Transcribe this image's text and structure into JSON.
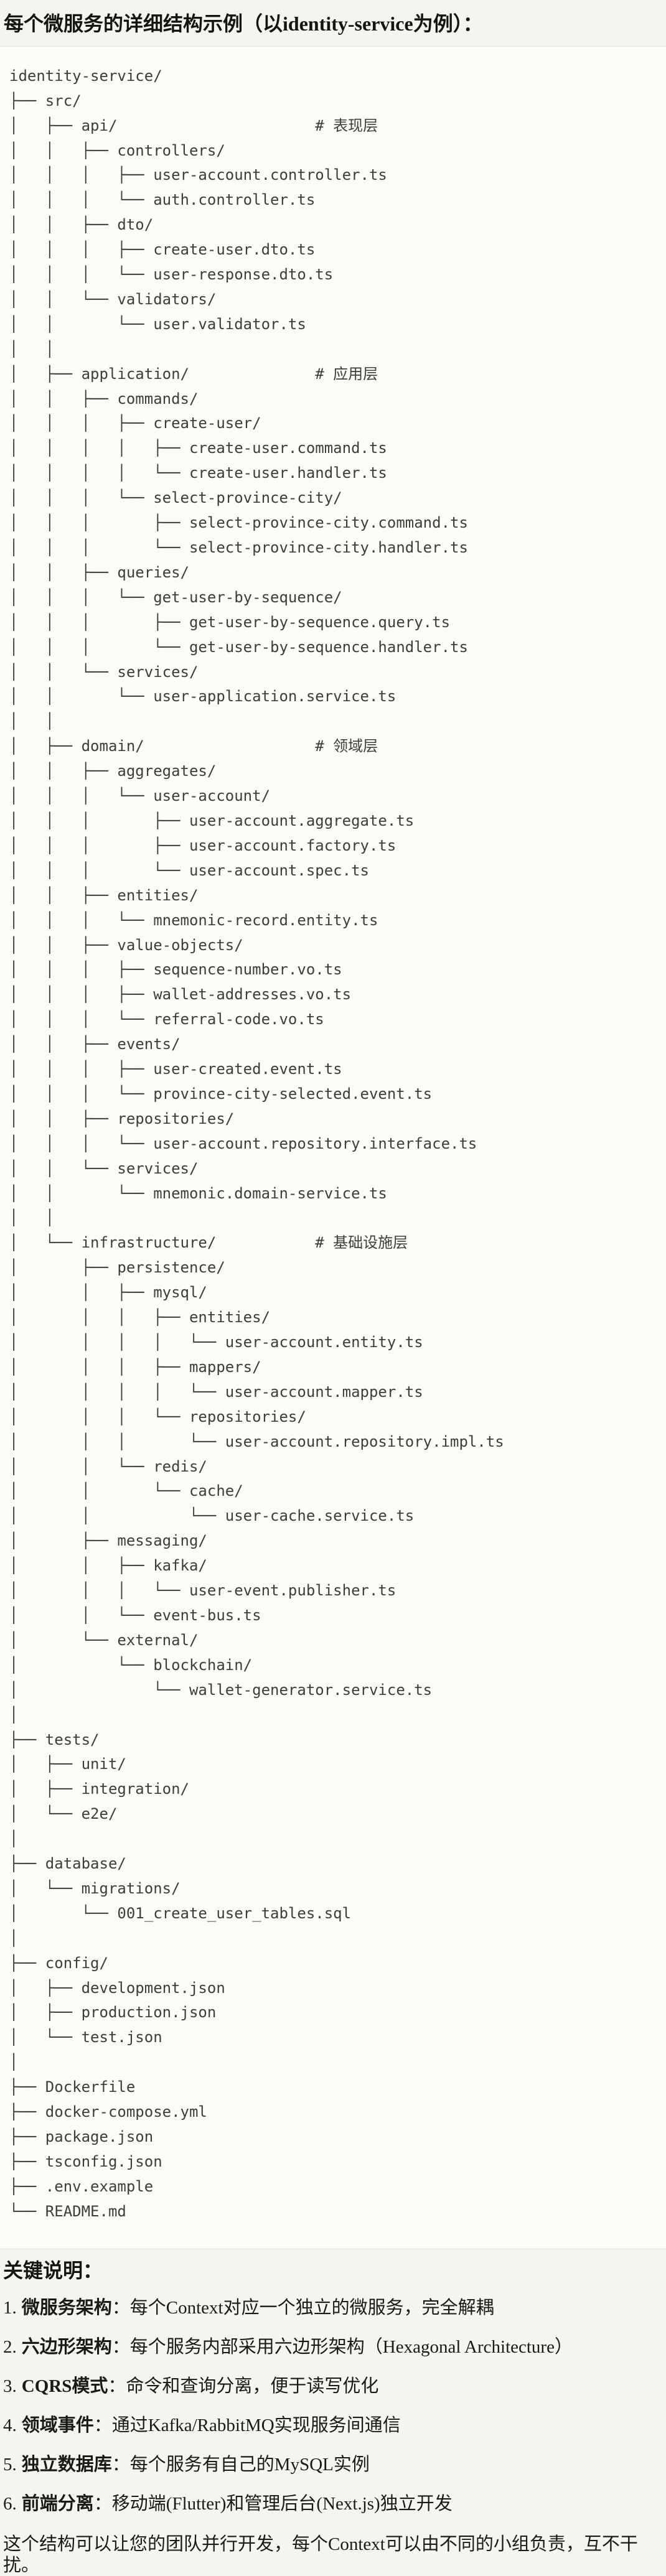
{
  "page": {
    "title": "每个微服务的详细结构示例（以identity-service为例）：",
    "notes_heading": "关键说明：",
    "closing": "这个结构可以让您的团队并行开发，每个Context可以由不同的小组负责，互不干扰。"
  },
  "colors": {
    "page_bg": "#f5f4ee",
    "code_bg": "#fcfbf8",
    "divider": "#e5e3da",
    "code_text": "#3d3d39",
    "body_text": "#191917"
  },
  "tree": {
    "lines": [
      "identity-service/",
      "├── src/",
      "│   ├── api/                      # 表现层",
      "│   │   ├── controllers/",
      "│   │   │   ├── user-account.controller.ts",
      "│   │   │   └── auth.controller.ts",
      "│   │   ├── dto/",
      "│   │   │   ├── create-user.dto.ts",
      "│   │   │   └── user-response.dto.ts",
      "│   │   └── validators/",
      "│   │       └── user.validator.ts",
      "│   │",
      "│   ├── application/              # 应用层",
      "│   │   ├── commands/",
      "│   │   │   ├── create-user/",
      "│   │   │   │   ├── create-user.command.ts",
      "│   │   │   │   └── create-user.handler.ts",
      "│   │   │   └── select-province-city/",
      "│   │   │       ├── select-province-city.command.ts",
      "│   │   │       └── select-province-city.handler.ts",
      "│   │   ├── queries/",
      "│   │   │   └── get-user-by-sequence/",
      "│   │   │       ├── get-user-by-sequence.query.ts",
      "│   │   │       └── get-user-by-sequence.handler.ts",
      "│   │   └── services/",
      "│   │       └── user-application.service.ts",
      "│   │",
      "│   ├── domain/                   # 领域层",
      "│   │   ├── aggregates/",
      "│   │   │   └── user-account/",
      "│   │   │       ├── user-account.aggregate.ts",
      "│   │   │       ├── user-account.factory.ts",
      "│   │   │       └── user-account.spec.ts",
      "│   │   ├── entities/",
      "│   │   │   └── mnemonic-record.entity.ts",
      "│   │   ├── value-objects/",
      "│   │   │   ├── sequence-number.vo.ts",
      "│   │   │   ├── wallet-addresses.vo.ts",
      "│   │   │   └── referral-code.vo.ts",
      "│   │   ├── events/",
      "│   │   │   ├── user-created.event.ts",
      "│   │   │   └── province-city-selected.event.ts",
      "│   │   ├── repositories/",
      "│   │   │   └── user-account.repository.interface.ts",
      "│   │   └── services/",
      "│   │       └── mnemonic.domain-service.ts",
      "│   │",
      "│   └── infrastructure/           # 基础设施层",
      "│       ├── persistence/",
      "│       │   ├── mysql/",
      "│       │   │   ├── entities/",
      "│       │   │   │   └── user-account.entity.ts",
      "│       │   │   ├── mappers/",
      "│       │   │   │   └── user-account.mapper.ts",
      "│       │   │   └── repositories/",
      "│       │   │       └── user-account.repository.impl.ts",
      "│       │   └── redis/",
      "│       │       └── cache/",
      "│       │           └── user-cache.service.ts",
      "│       ├── messaging/",
      "│       │   ├── kafka/",
      "│       │   │   └── user-event.publisher.ts",
      "│       │   └── event-bus.ts",
      "│       └── external/",
      "│           └── blockchain/",
      "│               └── wallet-generator.service.ts",
      "│",
      "├── tests/",
      "│   ├── unit/",
      "│   ├── integration/",
      "│   └── e2e/",
      "│",
      "├── database/",
      "│   └── migrations/",
      "│       └── 001_create_user_tables.sql",
      "│",
      "├── config/",
      "│   ├── development.json",
      "│   ├── production.json",
      "│   └── test.json",
      "│",
      "├── Dockerfile",
      "├── docker-compose.yml",
      "├── package.json",
      "├── tsconfig.json",
      "├── .env.example",
      "└── README.md"
    ]
  },
  "notes": [
    {
      "num": "1.",
      "label": "微服务架构",
      "sep": "：",
      "text": "每个Context对应一个独立的微服务，完全解耦"
    },
    {
      "num": "2.",
      "label": "六边形架构",
      "sep": "：",
      "text": "每个服务内部采用六边形架构（Hexagonal Architecture）"
    },
    {
      "num": "3.",
      "label": "CQRS模式",
      "sep": "：",
      "text": "命令和查询分离，便于读写优化"
    },
    {
      "num": "4.",
      "label": "领域事件",
      "sep": "：",
      "text": "通过Kafka/RabbitMQ实现服务间通信"
    },
    {
      "num": "5.",
      "label": "独立数据库",
      "sep": "：",
      "text": "每个服务有自己的MySQL实例"
    },
    {
      "num": "6.",
      "label": "前端分离",
      "sep": "：",
      "text": "移动端(Flutter)和管理后台(Next.js)独立开发"
    }
  ]
}
